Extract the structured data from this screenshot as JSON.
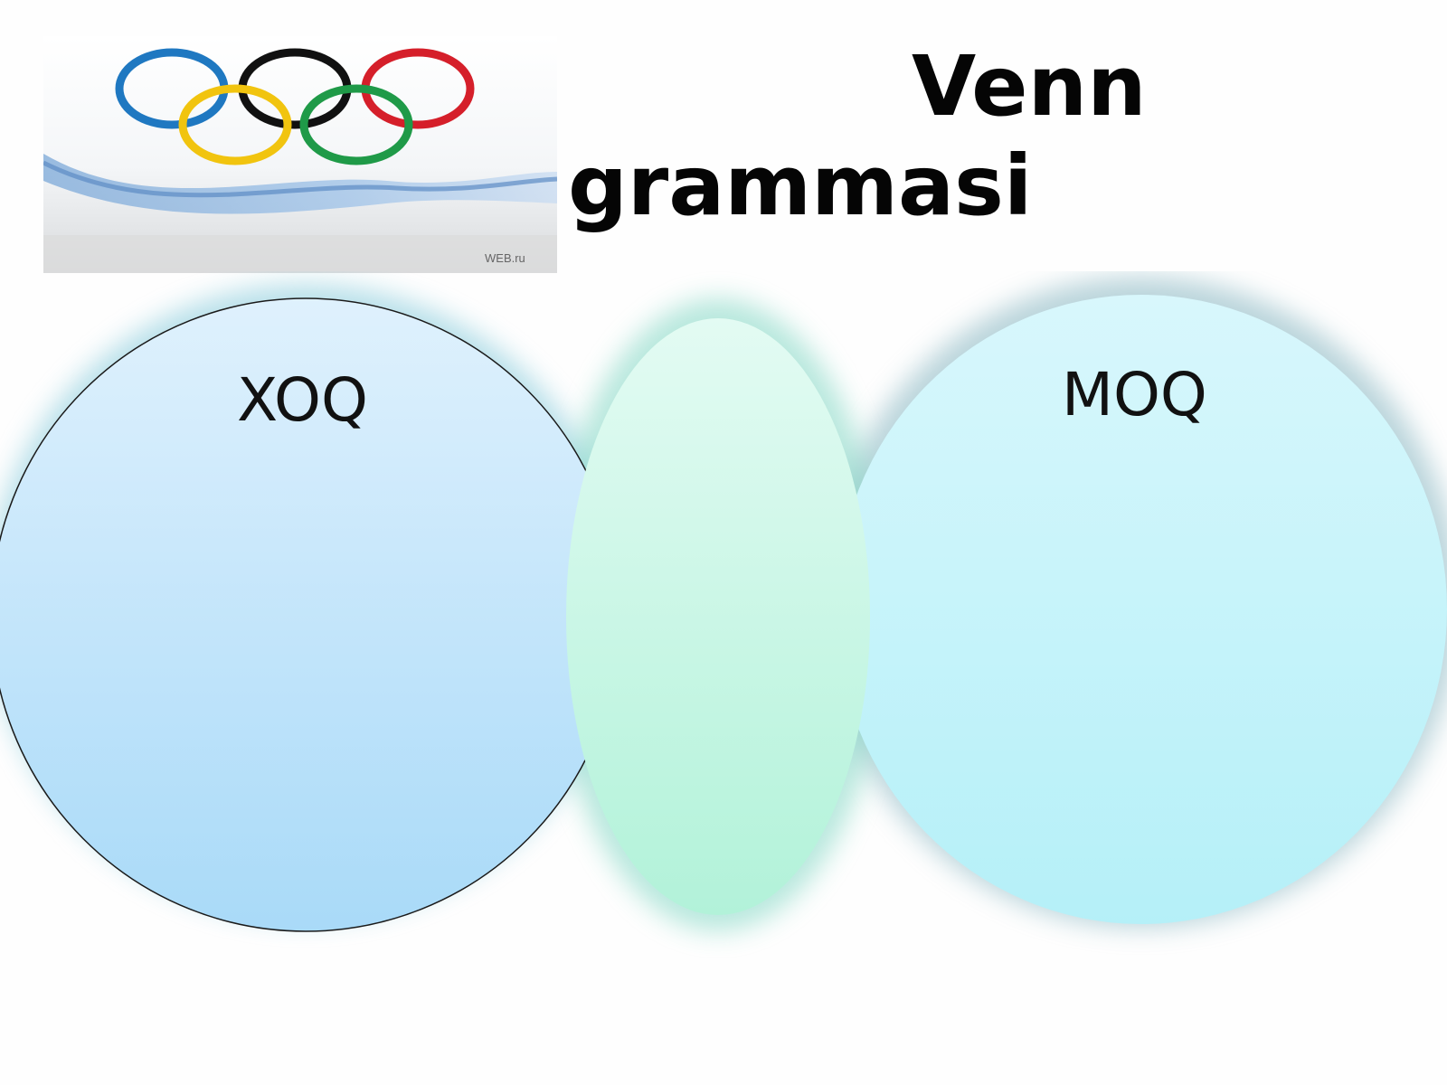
{
  "title": {
    "line1": "Venn",
    "line2": "grammasi"
  },
  "logo": {
    "icon": "olympic-rings-icon",
    "watermark": "WEB.ru",
    "rings": {
      "blue": "#1f78c1",
      "black": "#111111",
      "red": "#d51f2a",
      "yellow": "#f1c40f",
      "green": "#1f9a48"
    }
  },
  "diagram": {
    "left_set": {
      "label": "XOQ",
      "color": "#a9daf8"
    },
    "middle_set": {
      "label": "",
      "color": "#b9f3dc"
    },
    "right_set": {
      "label": "MOQ",
      "color": "#b5f0f8"
    }
  }
}
